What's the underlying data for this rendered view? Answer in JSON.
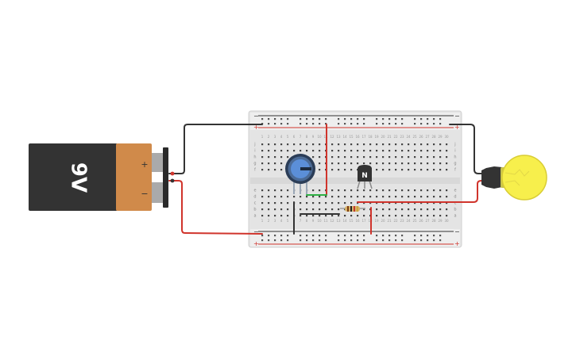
{
  "battery": {
    "label": "9V",
    "plus_label": "+",
    "minus_label": "−",
    "colors": {
      "body": "#333333",
      "cap": "#d08a4a"
    }
  },
  "breadboard": {
    "columns": 30,
    "rows_top": [
      "j",
      "i",
      "h",
      "g",
      "f"
    ],
    "rows_bottom": [
      "e",
      "d",
      "c",
      "b",
      "a"
    ],
    "rail_minus": "−",
    "rail_plus": "+",
    "colors": {
      "board": "#e6e6e6",
      "rail_red": "#d0342c",
      "rail_dark": "#333333"
    }
  },
  "transistor": {
    "label": "N"
  },
  "potentiometer": {
    "color": "#5b8fd8"
  },
  "bulb": {
    "color": "#f7ef4c"
  },
  "wires": {
    "red": "#d0342c",
    "black": "#333333",
    "green": "#2db043"
  }
}
